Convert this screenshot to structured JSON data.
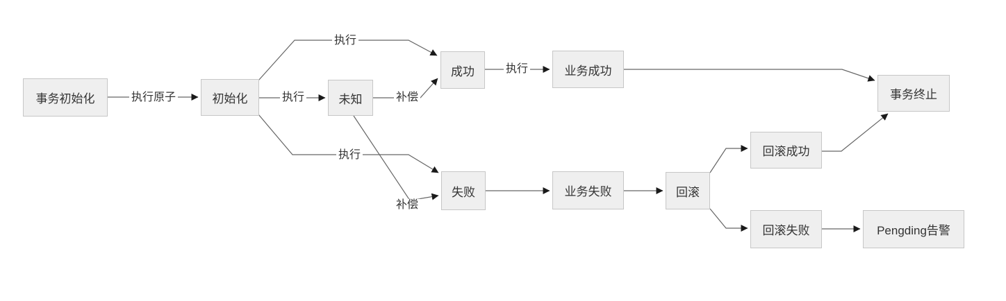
{
  "diagram": {
    "type": "flowchart-state-machine",
    "colors": {
      "background": "#ffffff",
      "node_fill": "#efefef",
      "node_border": "#c6c6c6",
      "edge_line": "#666666",
      "arrowhead": "#1a1a1a",
      "text": "#333333"
    },
    "nodes": [
      {
        "id": "transaction-init",
        "label": "事务初始化"
      },
      {
        "id": "init",
        "label": "初始化"
      },
      {
        "id": "unknown",
        "label": "未知"
      },
      {
        "id": "success",
        "label": "成功"
      },
      {
        "id": "biz-success",
        "label": "业务成功"
      },
      {
        "id": "transaction-end",
        "label": "事务终止"
      },
      {
        "id": "failure",
        "label": "失败"
      },
      {
        "id": "biz-failure",
        "label": "业务失败"
      },
      {
        "id": "rollback",
        "label": "回滚"
      },
      {
        "id": "rollback-success",
        "label": "回滚成功"
      },
      {
        "id": "rollback-failure",
        "label": "回滚失败"
      },
      {
        "id": "pending-alert",
        "label": "Pengding告警"
      }
    ],
    "edges": [
      {
        "from": "transaction-init",
        "to": "init",
        "label": "执行原子"
      },
      {
        "from": "init",
        "to": "success",
        "label": "执行"
      },
      {
        "from": "init",
        "to": "unknown",
        "label": "执行"
      },
      {
        "from": "unknown",
        "to": "success",
        "label": "补偿"
      },
      {
        "from": "init",
        "to": "failure",
        "label": "执行"
      },
      {
        "from": "unknown",
        "to": "failure",
        "label": "补偿"
      },
      {
        "from": "success",
        "to": "biz-success",
        "label": "执行"
      },
      {
        "from": "biz-success",
        "to": "transaction-end",
        "label": ""
      },
      {
        "from": "failure",
        "to": "biz-failure",
        "label": ""
      },
      {
        "from": "biz-failure",
        "to": "rollback",
        "label": ""
      },
      {
        "from": "rollback",
        "to": "rollback-success",
        "label": ""
      },
      {
        "from": "rollback-success",
        "to": "transaction-end",
        "label": ""
      },
      {
        "from": "rollback",
        "to": "rollback-failure",
        "label": ""
      },
      {
        "from": "rollback-failure",
        "to": "pending-alert",
        "label": ""
      }
    ]
  }
}
